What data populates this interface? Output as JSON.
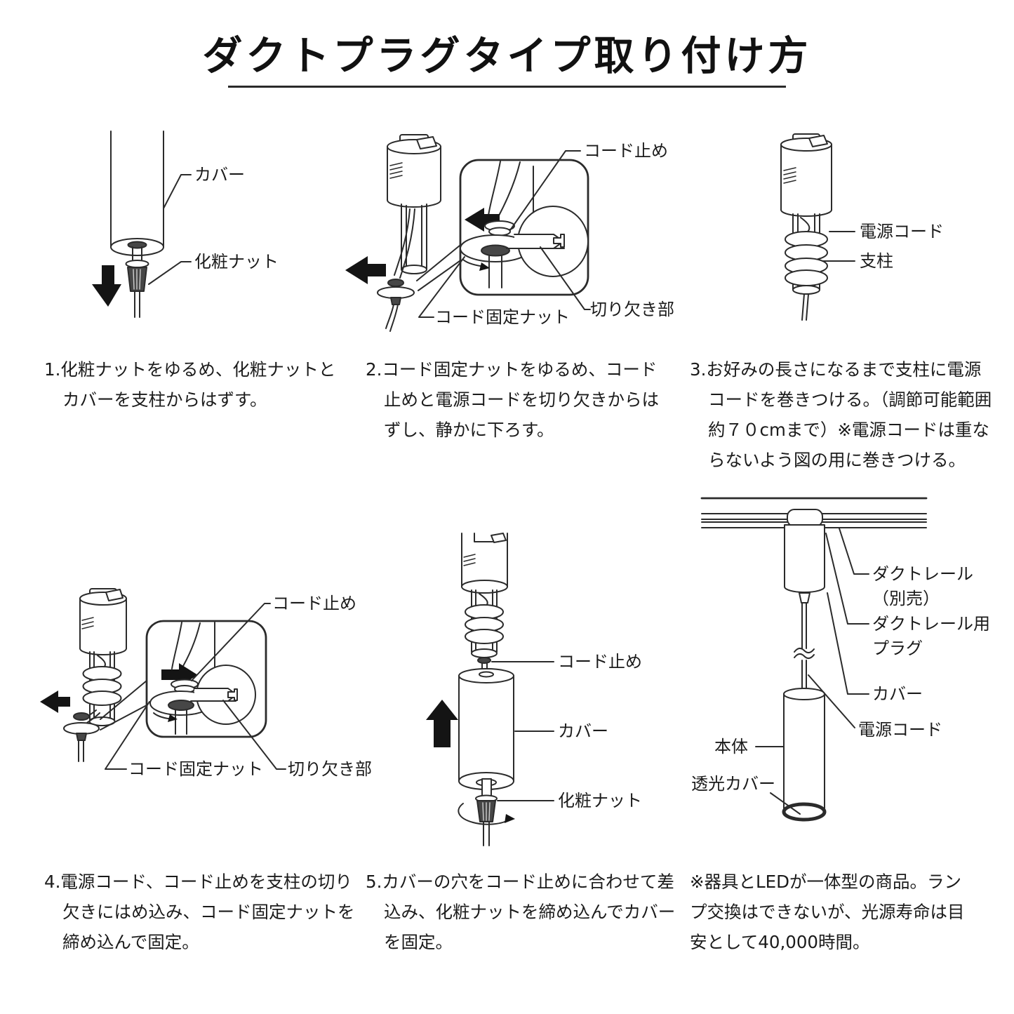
{
  "title": "ダクトプラグタイプ取り付け方",
  "steps": [
    {
      "caption": "1.化粧ナットをゆるめ、化粧ナットとカバーを支柱からはずす。",
      "labels": {
        "cover": "カバー",
        "decorative_nut": "化粧ナット"
      }
    },
    {
      "caption": "2.コード固定ナットをゆるめ、コード止めと電源コードを切り欠きからはずし、静かに下ろす。",
      "labels": {
        "cord_stopper": "コード止め",
        "cord_fixing_nut": "コード固定ナット",
        "notch": "切り欠き部"
      }
    },
    {
      "caption": "3.お好みの長さになるまで支柱に電源コードを巻きつける。（調節可能範囲約７０cmまで）※電源コードは重ならないよう図の用に巻きつける。",
      "labels": {
        "power_cord": "電源コード",
        "post": "支柱"
      }
    },
    {
      "caption": "4.電源コード、コード止めを支柱の切り欠きにはめ込み、コード固定ナットを締め込んで固定。",
      "labels": {
        "cord_stopper": "コード止め",
        "cord_fixing_nut": "コード固定ナット",
        "notch": "切り欠き部"
      }
    },
    {
      "caption": "5.カバーの穴をコード止めに合わせて差込み、化粧ナットを締め込んでカバーを固定。",
      "labels": {
        "cord_stopper": "コード止め",
        "cover": "カバー",
        "decorative_nut": "化粧ナット"
      }
    },
    {
      "caption": "※器具とLEDが一体型の商品。ランプ交換はできないが、光源寿命は目安として40,000時間。",
      "labels": {
        "duct_rail": "ダクトレール\n（別売）",
        "duct_rail_plug": "ダクトレール用\nプラグ",
        "cover": "カバー",
        "power_cord": "電源コード",
        "body": "本体",
        "translucent_cover": "透光カバー"
      }
    }
  ]
}
